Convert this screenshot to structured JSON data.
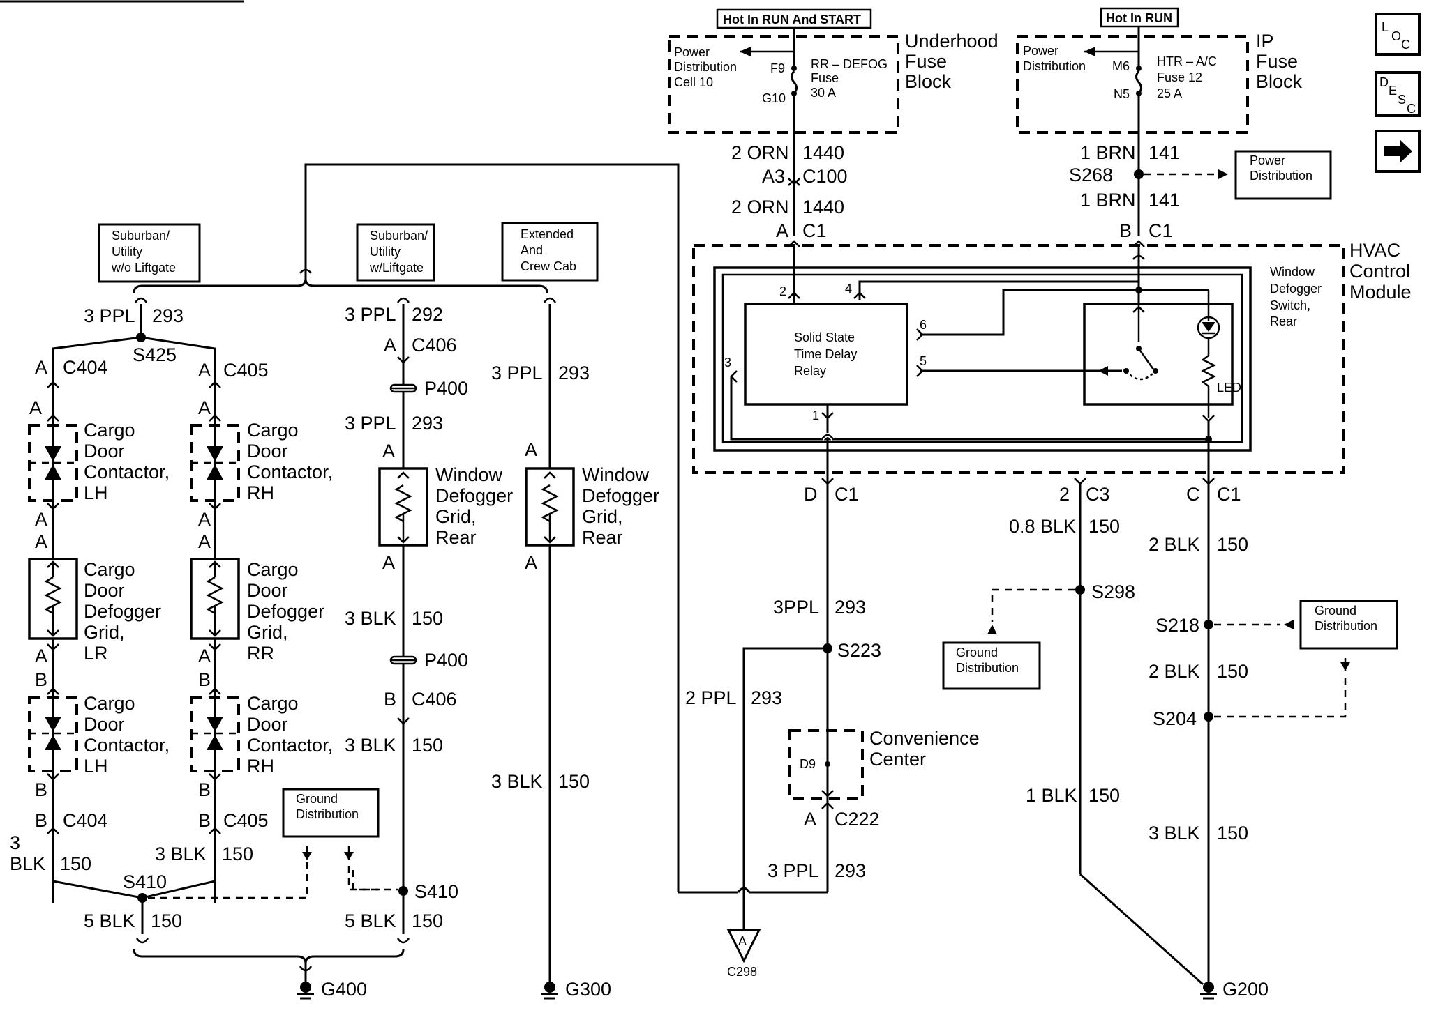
{
  "nav_buttons": {
    "loc": [
      "L",
      "O",
      "C"
    ],
    "desc": [
      "D",
      "E",
      "S",
      "C"
    ]
  },
  "fuse_blocks": {
    "underhood": {
      "hot_label": "Hot In RUN And START",
      "title": [
        "Underhood",
        "Fuse",
        "Block"
      ],
      "cell": [
        "Power",
        "Distribution",
        "Cell 10"
      ],
      "terminal_top": "F9",
      "terminal_bottom": "G10",
      "fuse": [
        "RR – DEFOG",
        "Fuse",
        "30 A"
      ]
    },
    "ip": {
      "hot_label": "Hot In RUN",
      "title": [
        "IP",
        "Fuse",
        "Block"
      ],
      "cell": [
        "Power",
        "Distribution"
      ],
      "terminal_top": "M6",
      "terminal_bottom": "N5",
      "fuse": [
        "HTR – A/C",
        "Fuse 12",
        "25 A"
      ]
    }
  },
  "power_distribution_box": [
    "Power",
    "Distribution"
  ],
  "hvac": {
    "title": [
      "HVAC",
      "Control",
      "Module"
    ],
    "switch_label": [
      "Window",
      "Defogger",
      "Switch,",
      "Rear"
    ],
    "relay": [
      "Solid State",
      "Time Delay",
      "Relay"
    ],
    "led": "LED",
    "pins": [
      "2",
      "4",
      "6",
      "5",
      "3",
      "1"
    ]
  },
  "wires": {
    "orn_a": "2 ORN",
    "orn_a_circuit": "1440",
    "c100_pin": "A3",
    "c100": "C100",
    "orn_b": "2 ORN",
    "orn_b_circuit": "1440",
    "c1_a_pin": "A",
    "c1_a": "C1",
    "brn_a": "1 BRN",
    "brn_a_circuit": "141",
    "s268": "S268",
    "brn_b": "1 BRN",
    "brn_b_circuit": "141",
    "c1_b_pin": "B",
    "c1_b": "C1",
    "c1_d_pin": "D",
    "c1_d": "C1",
    "c3_pin": "2",
    "c3": "C3",
    "c1_c_pin": "C",
    "c1_c": "C1",
    "blk08": "0.8 BLK",
    "blk08_circuit": "150",
    "blk2a": "2 BLK",
    "blk2a_circuit": "150",
    "s298": "S298",
    "s218": "S218",
    "blk2b": "2 BLK",
    "blk2b_circuit": "150",
    "s204": "S204",
    "blk1": "1 BLK",
    "blk1_circuit": "150",
    "blk3r": "3 BLK",
    "blk3r_circuit": "150",
    "ppl3a": "3PPL",
    "ppl3a_circuit": "293",
    "s223": "S223",
    "ppl2": "2 PPL",
    "ppl2_circuit": "293",
    "convenience": [
      "Convenience",
      "Center"
    ],
    "d9": "D9",
    "c222_pin": "A",
    "c222": "C222",
    "ppl3b": "3 PPL",
    "ppl3b_circuit": "293",
    "c298_pin": "A",
    "c298": "C298",
    "g200": "G200"
  },
  "ground_boxes": {
    "gd1": [
      "Ground",
      "Distribution"
    ],
    "gd2": [
      "Ground",
      "Distribution"
    ],
    "gd3": [
      "Ground",
      "Distribution"
    ]
  },
  "variants": {
    "no_liftgate": [
      "Suburban/",
      "Utility",
      "w/o Liftgate"
    ],
    "liftgate": [
      "Suburban/",
      "Utility",
      "w/Liftgate"
    ],
    "crew": [
      "Extended",
      "And",
      "Crew Cab"
    ]
  },
  "left": {
    "ppl": "3 PPL",
    "ppl_circuit": "293",
    "s425": "S425",
    "c404_pin": "A",
    "c404": "C404",
    "c405_pin": "A",
    "c405": "C405",
    "pin_a": "A",
    "pin_b": "B",
    "contactor_lh": [
      "Cargo",
      "Door",
      "Contactor,",
      "LH"
    ],
    "contactor_rh": [
      "Cargo",
      "Door",
      "Contactor,",
      "RH"
    ],
    "grid_lr": [
      "Cargo",
      "Door",
      "Defogger",
      "Grid,",
      "LR"
    ],
    "grid_rr": [
      "Cargo",
      "Door",
      "Defogger",
      "Grid,",
      "RR"
    ],
    "c404b": "C404",
    "c405b": "C405",
    "blk_left": [
      "3",
      "BLK"
    ],
    "blk_left_circuit": "150",
    "blk_right": "3 BLK",
    "blk_right_circuit": "150",
    "s410": "S410",
    "blk5": "5 BLK",
    "blk5_circuit": "150",
    "g400": "G400"
  },
  "middle": {
    "ppl": "3 PPL",
    "ppl_circuit": "292",
    "c406_pin": "A",
    "c406": "C406",
    "p400": "P400",
    "ppl2": "3 PPL",
    "ppl2_circuit": "293",
    "pin_a": "A",
    "grid": [
      "Window",
      "Defogger",
      "Grid,",
      "Rear"
    ],
    "blk": "3 BLK",
    "blk_circuit": "150",
    "p400b": "P400",
    "c406b_pin": "B",
    "c406b": "C406",
    "blk2": "3 BLK",
    "blk2_circuit": "150",
    "s410": "S410",
    "blk5": "5 BLK",
    "blk5_circuit": "150"
  },
  "crew": {
    "ppl": "3 PPL",
    "ppl_circuit": "293",
    "pin_a": "A",
    "grid": [
      "Window",
      "Defogger",
      "Grid,",
      "Rear"
    ],
    "blk": "3 BLK",
    "blk_circuit": "150",
    "g300": "G300"
  }
}
